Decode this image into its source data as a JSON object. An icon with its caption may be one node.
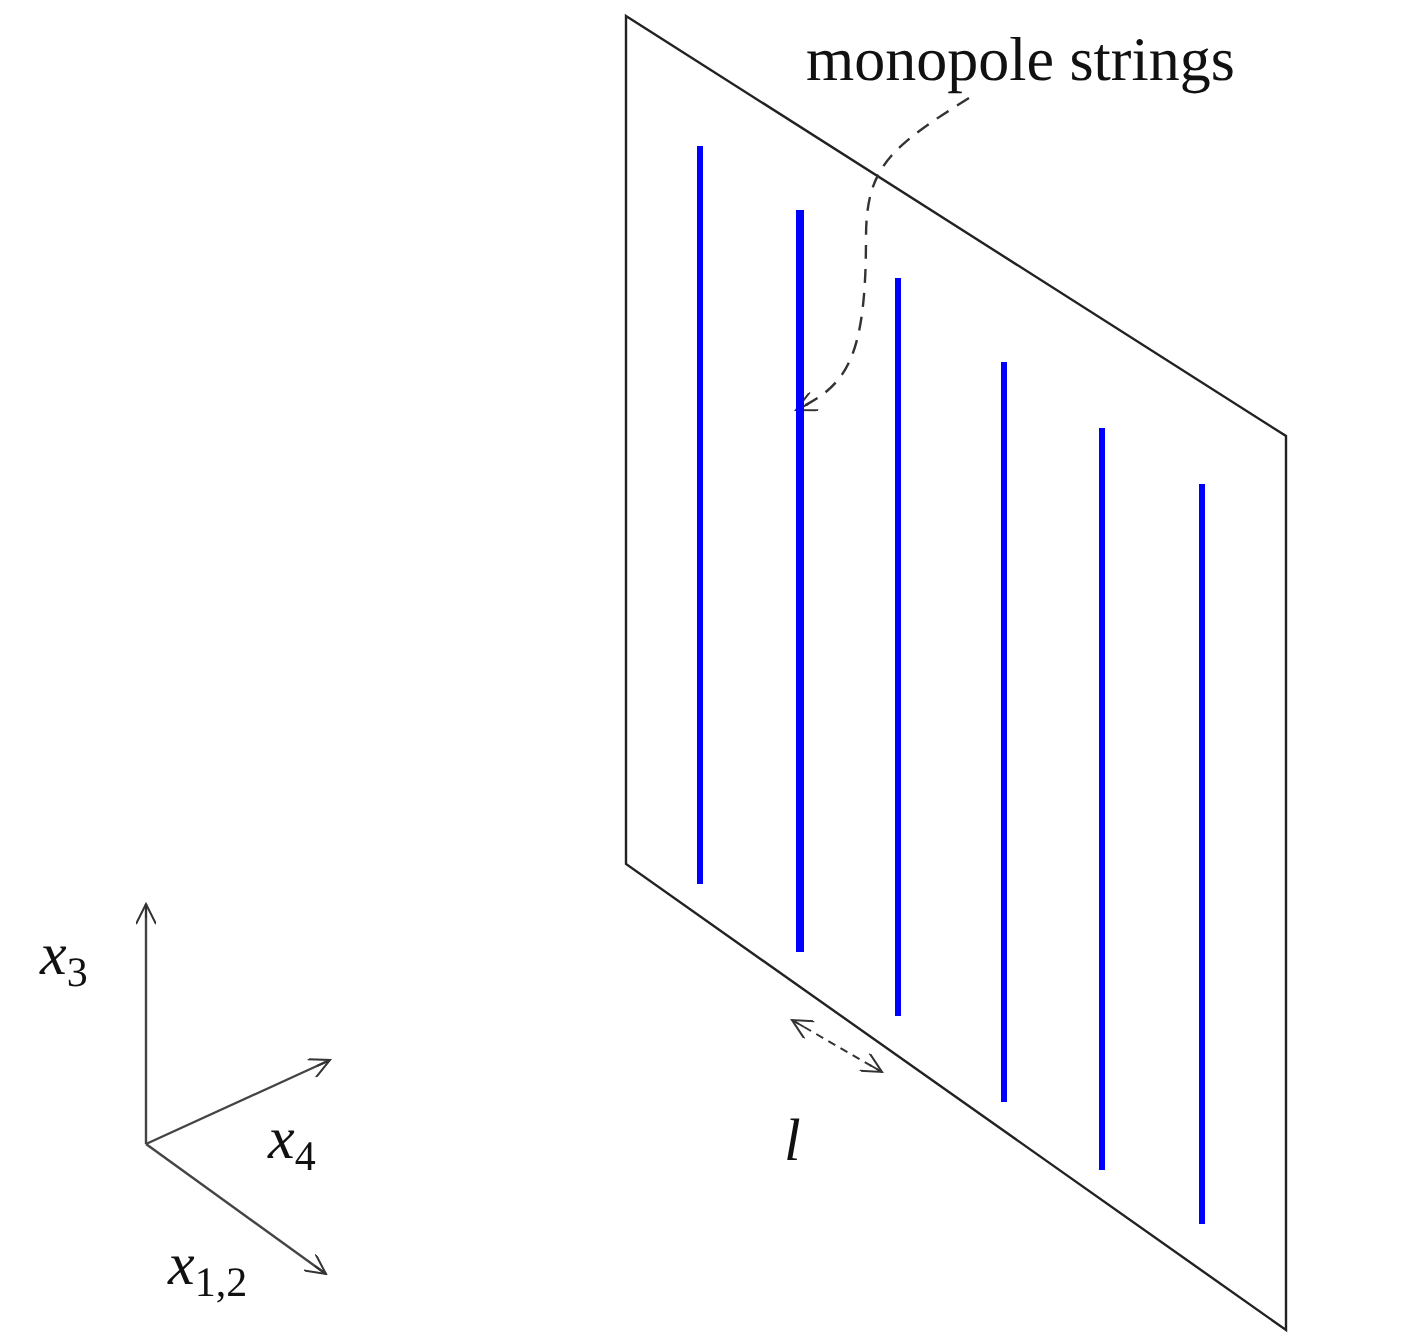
{
  "diagram": {
    "nodes": [
      {
        "text": [
          "monopole strings"
        ]
      },
      {
        "text": [],
        "shape": "bar"
      }
    ],
    "edges": [
      {
        "from": 0,
        "to": 1,
        "arrow": "to",
        "style": "dashed"
      }
    ],
    "labels": [
      "*x*$_{3}$",
      "*x*$_{4}$",
      "*x*$_{1,2}$",
      "*l*"
    ]
  }
}
